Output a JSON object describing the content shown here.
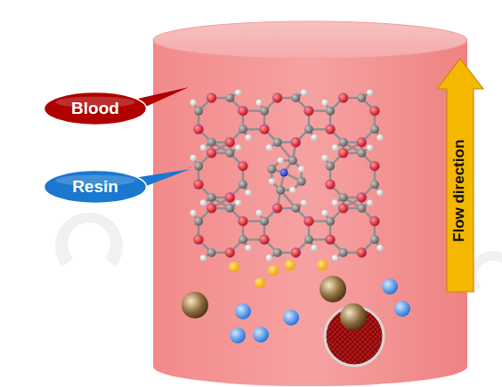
{
  "diagram": {
    "nodes": [
      {
        "text": [
          "Blood"
        ]
      },
      {
        "text": [
          "Resin"
        ]
      },
      {
        "text": [
          "Flow direction"
        ]
      }
    ]
  }
}
